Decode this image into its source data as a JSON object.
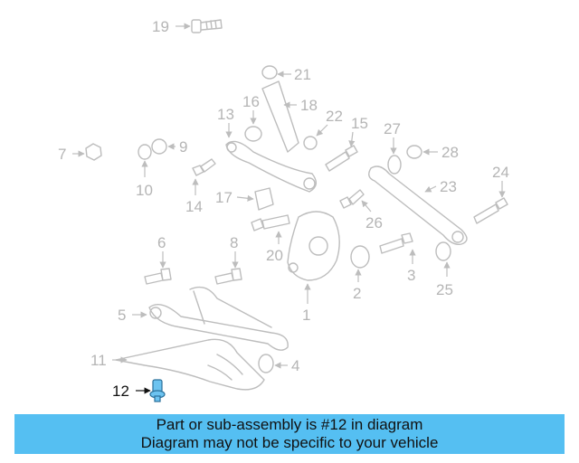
{
  "callouts": {
    "c1": "1",
    "c2": "2",
    "c3": "3",
    "c4": "4",
    "c5": "5",
    "c6": "6",
    "c7": "7",
    "c8": "8",
    "c9": "9",
    "c10": "10",
    "c11": "11",
    "c12": "12",
    "c13": "13",
    "c14": "14",
    "c15": "15",
    "c16": "16",
    "c17": "17",
    "c18": "18",
    "c19": "19",
    "c20": "20",
    "c21": "21",
    "c22": "22",
    "c23": "23",
    "c24": "24",
    "c25": "25",
    "c26": "26",
    "c27": "27",
    "c28": "28"
  },
  "highlighted_part": "12",
  "colors": {
    "line_art": "#bdbdbd",
    "highlight_part": "#6cc3f0",
    "banner": "#55bff2"
  },
  "banner": {
    "line1": "Part or sub-assembly is #12 in diagram",
    "line2": "Diagram may not be specific to your vehicle"
  }
}
